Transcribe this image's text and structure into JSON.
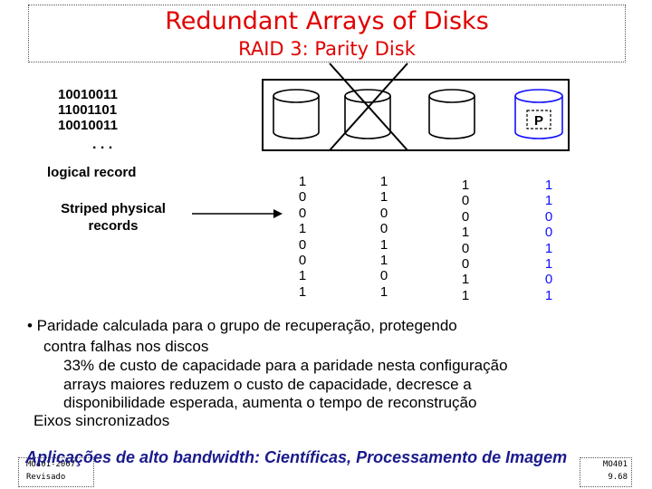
{
  "title": {
    "line1": "Redundant Arrays of Disks",
    "line2": "RAID 3: Parity Disk"
  },
  "logical_record": {
    "lines": [
      "10010011",
      "11001101",
      "10010011"
    ],
    "ellipsis": ". . .",
    "label": "logical record"
  },
  "striped_label": "Striped physical records",
  "parity_label": "P",
  "disks": [
    {
      "bits": [
        "1",
        "0",
        "0",
        "1",
        "0",
        "0",
        "1",
        "1"
      ],
      "failed": false,
      "parity": false
    },
    {
      "bits": [
        "1",
        "1",
        "0",
        "0",
        "1",
        "1",
        "0",
        "1"
      ],
      "failed": true,
      "parity": false
    },
    {
      "bits": [
        "1",
        "0",
        "0",
        "1",
        "0",
        "0",
        "1",
        "1"
      ],
      "failed": false,
      "parity": false
    },
    {
      "bits": [
        "1",
        "1",
        "0",
        "0",
        "1",
        "1",
        "0",
        "1"
      ],
      "failed": false,
      "parity": true
    }
  ],
  "colors": {
    "title": "#e00000",
    "parity": "#1010ff",
    "footer_text": "#1a1a8c"
  },
  "bullets": {
    "line1": "• Paridade calculada para o grupo de recuperação, protegendo",
    "line2": "contra falhas nos discos",
    "line3": "33% de custo de capacidade para a paridade nesta configuração",
    "line4": "arrays maiores reduzem o custo de capacidade, decresce a",
    "line5": "disponibilidade esperada, aumenta o tempo de reconstrução",
    "line6": "Eixos sincronizados"
  },
  "applications": "Aplicações de alto bandwidth: Científicas, Processamento de Imagem",
  "footer": {
    "left_line1": "MO401-2007",
    "left_line2": "Revisado",
    "right_line1": "MO401",
    "right_line2": "9.68"
  }
}
